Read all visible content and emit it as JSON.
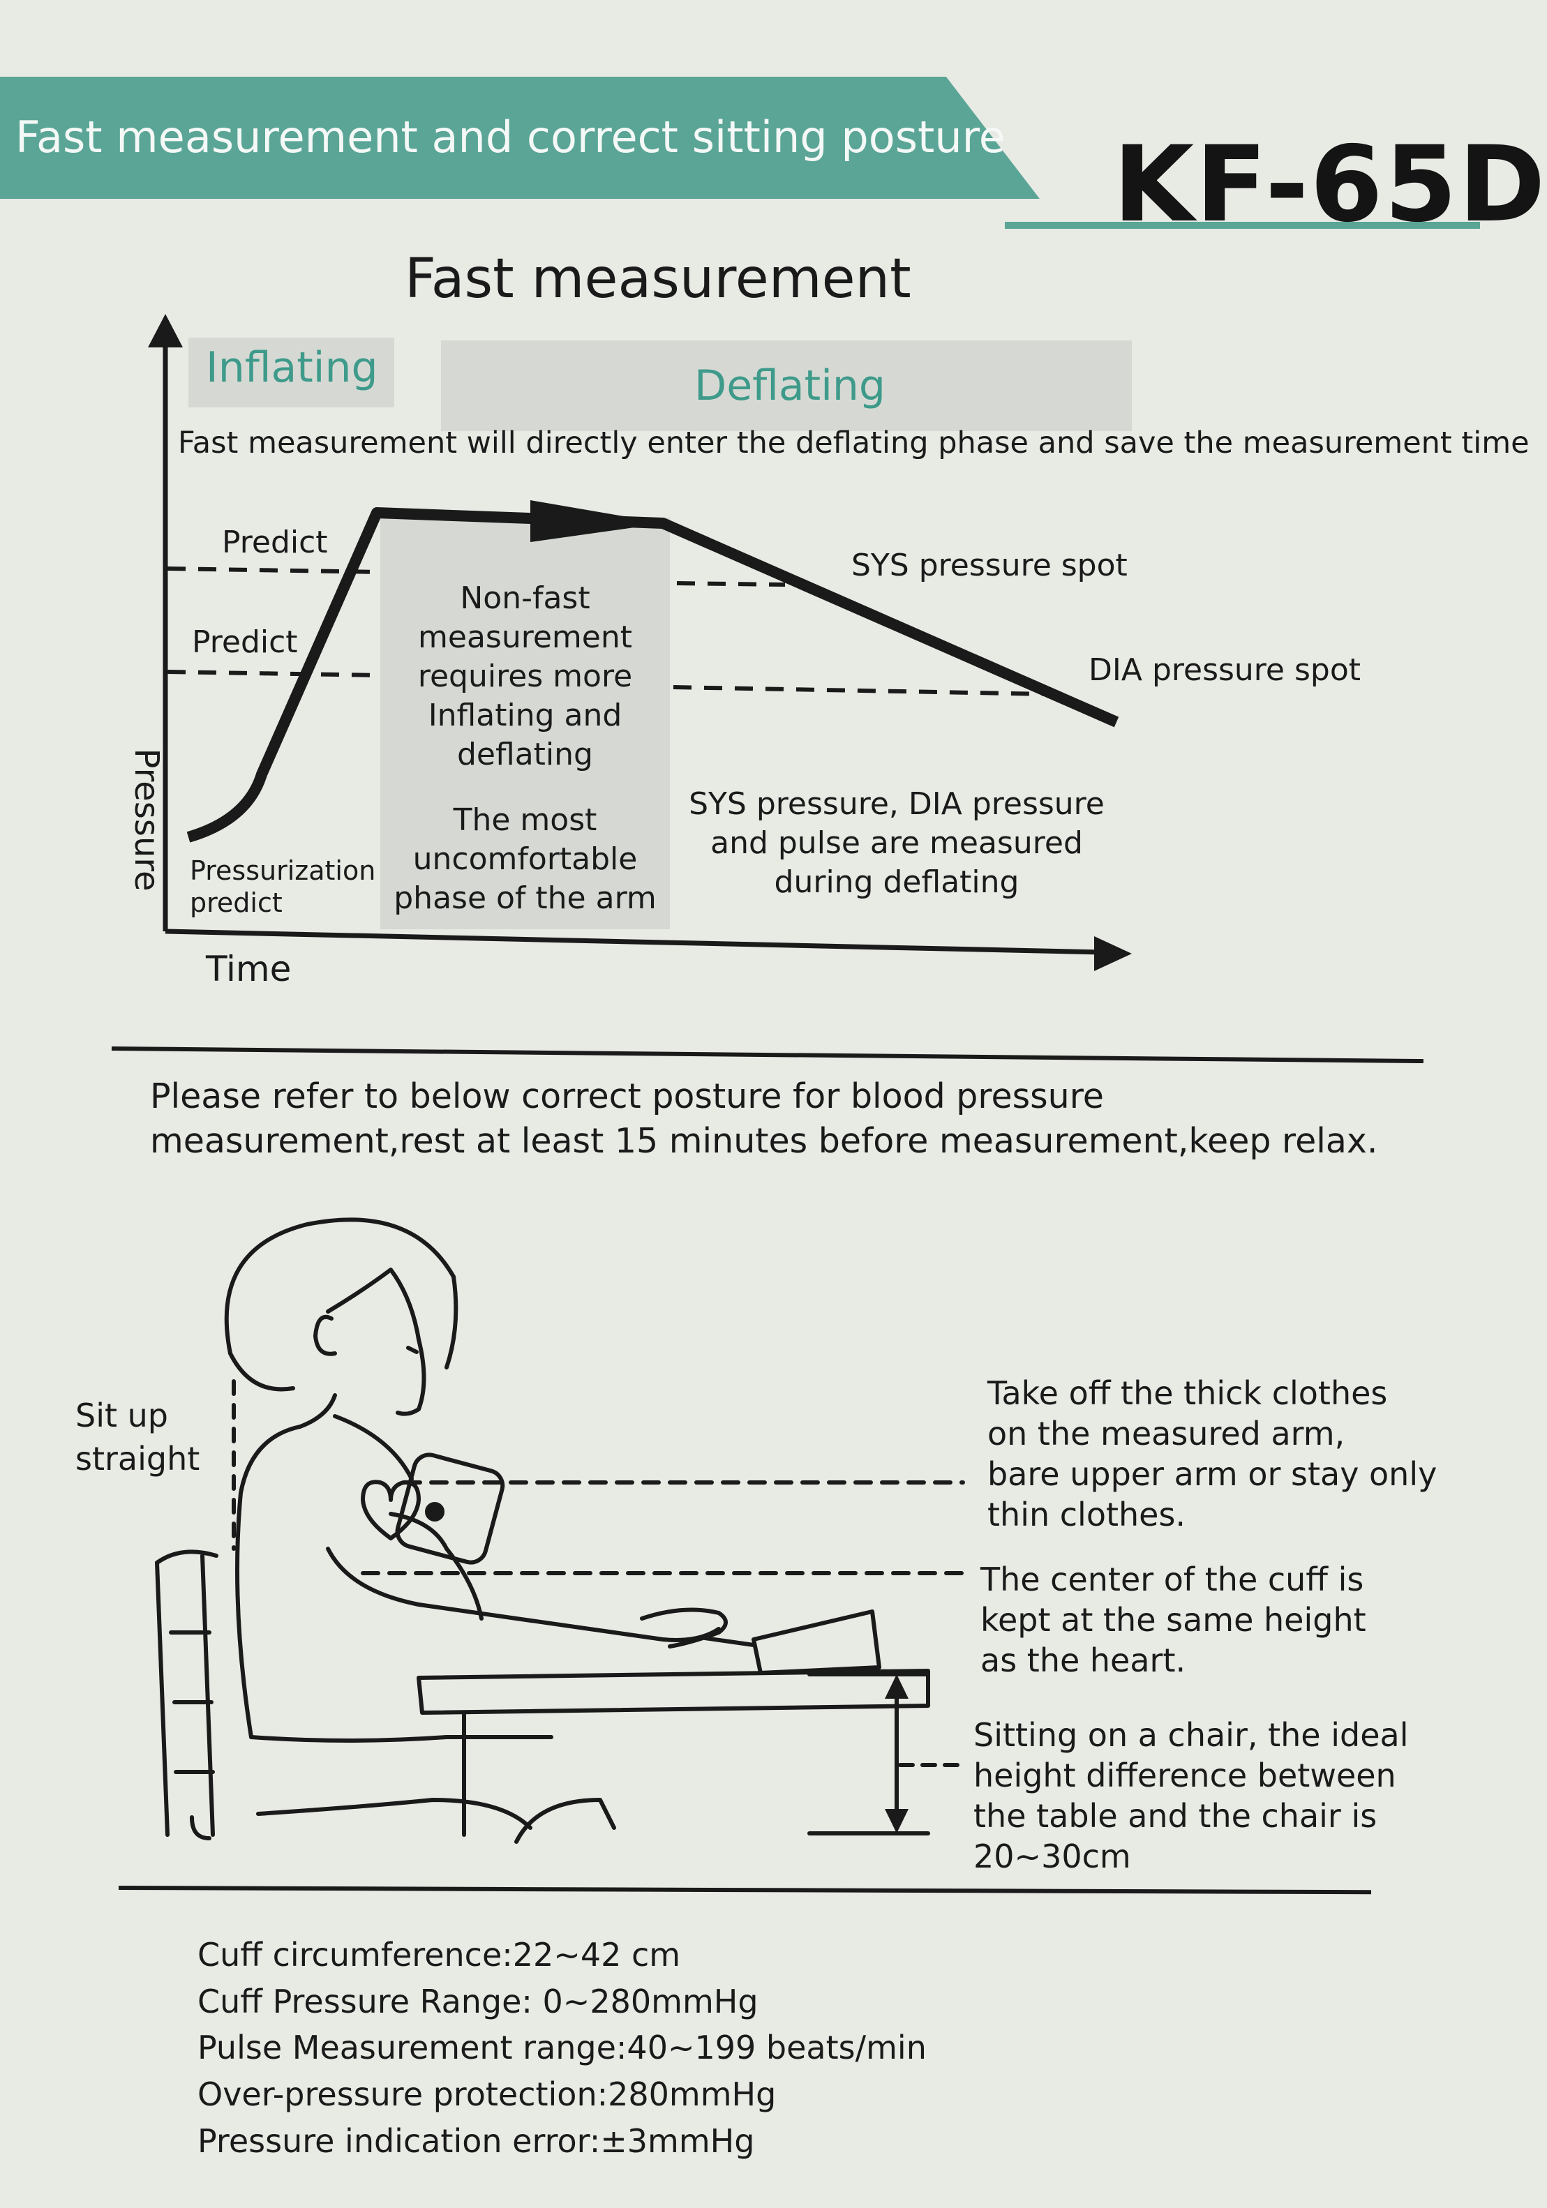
{
  "header": {
    "title": "Fast measurement and correct sitting posture",
    "model": "KF-65D",
    "accent_color": "#5aa596"
  },
  "fast_section": {
    "title": "Fast measurement",
    "inflating_label": "Inflating",
    "deflating_label": "Deflating",
    "description": "Fast measurement will directly enter the deflating phase and save the measurement time",
    "predict_upper": "Predict",
    "predict_lower": "Predict",
    "sys_spot": "SYS pressure spot",
    "dia_spot": "DIA pressure spot",
    "non_fast": [
      "Non-fast",
      "measurement",
      "requires more",
      "Inflating and",
      "deflating"
    ],
    "uncomfortable": [
      "The most",
      "uncomfortable",
      "phase of the arm"
    ],
    "measured": [
      "SYS pressure, DIA pressure",
      "and pulse are measured",
      "during deflating"
    ],
    "pressurization": [
      "Pressurization",
      "predict"
    ],
    "y_axis": "Pressure",
    "x_axis": "Time"
  },
  "posture_section": {
    "intro": [
      "Please refer to below correct posture for blood pressure",
      "measurement,rest at least 15 minutes before measurement,keep relax."
    ],
    "sit_up": [
      "Sit up",
      "straight"
    ],
    "note_clothes": [
      "Take off the thick clothes",
      "on the  measured arm,",
      "bare upper arm  or stay only",
      "thin clothes."
    ],
    "note_cuff": [
      "The center of the cuff is",
      "kept at the same height",
      "as the heart."
    ],
    "note_height": [
      "Sitting on a chair, the ideal",
      "height difference between",
      "the table and the chair is",
      "20~30cm"
    ]
  },
  "specs": [
    "Cuff circumference:22~42 cm",
    "Cuff Pressure Range: 0~280mmHg",
    "Pulse Measurement range:40~199 beats/min",
    "Over-pressure protection:280mmHg",
    "Pressure indication error:±3mmHg"
  ]
}
